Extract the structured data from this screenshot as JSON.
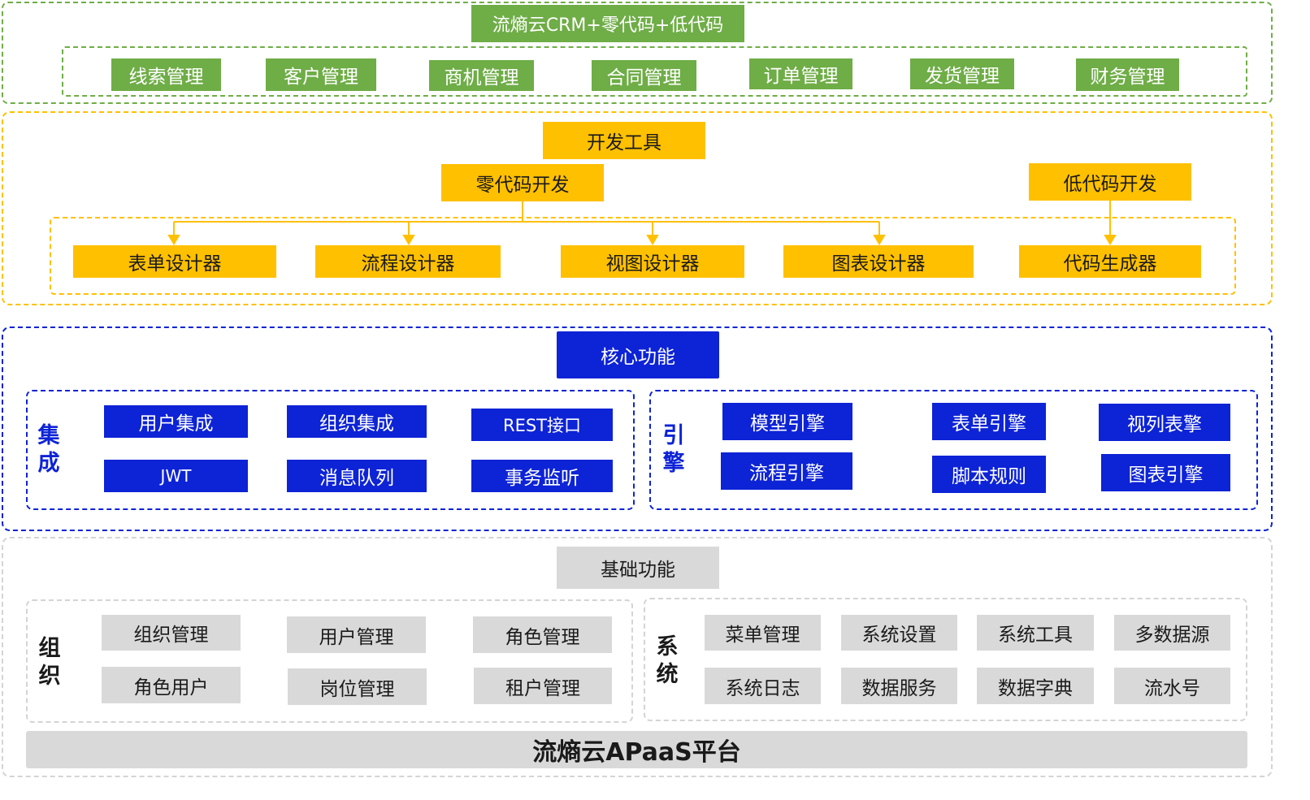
{
  "crm": {
    "title": "流熵云CRM+零代码+低代码",
    "modules": [
      "线索管理",
      "客户管理",
      "商机管理",
      "合同管理",
      "订单管理",
      "发货管理",
      "财务管理"
    ]
  },
  "dev_tools": {
    "title": "开发工具",
    "zero_code": "零代码开发",
    "low_code": "低代码开发",
    "tools": [
      "表单设计器",
      "流程设计器",
      "视图设计器",
      "图表设计器",
      "代码生成器"
    ]
  },
  "core": {
    "title": "核心功能",
    "integration": {
      "label": "集成",
      "items": [
        "用户集成",
        "组织集成",
        "REST接口",
        "JWT",
        "消息队列",
        "事务监听"
      ]
    },
    "engine": {
      "label": "引擎",
      "items": [
        "模型引擎",
        "表单引擎",
        "视列表擎",
        "流程引擎",
        "脚本规则",
        "图表引擎"
      ]
    }
  },
  "base": {
    "title": "基础功能",
    "org": {
      "label": "组织",
      "items": [
        "组织管理",
        "用户管理",
        "角色管理",
        "角色用户",
        "岗位管理",
        "租户管理"
      ]
    },
    "system": {
      "label": "系统",
      "items": [
        "菜单管理",
        "系统设置",
        "系统工具",
        "多数据源",
        "系统日志",
        "数据服务",
        "数据字典",
        "流水号"
      ]
    }
  },
  "platform": "流熵云APaaS平台",
  "colors": {
    "green": "#6fad47",
    "yellow": "#ffc000",
    "blue": "#0d23d6",
    "gray": "#d9d9d9"
  }
}
